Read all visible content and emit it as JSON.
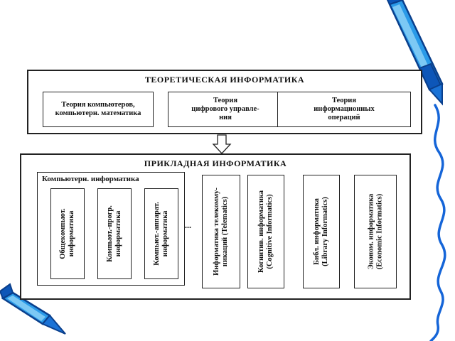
{
  "theoretical": {
    "title": "ТЕОРЕТИЧЕСКАЯ ИНФОРМАТИКА",
    "boxes": [
      {
        "lines": [
          "Теория компьютеров,",
          "компьютерн. математика"
        ]
      },
      {
        "lines": [
          "Теория",
          "цифрового управле-",
          "ния"
        ]
      },
      {
        "lines": [
          "Теория",
          "информационных",
          "операций"
        ]
      }
    ]
  },
  "applied": {
    "title": "ПРИКЛАДНАЯ ИНФОРМАТИКА",
    "computer_group": {
      "title": "Компьютерн. информатика",
      "items": [
        {
          "lines": [
            "Общекомпьют.",
            "информатика"
          ]
        },
        {
          "lines": [
            "Компьют.-прогр.",
            "информатика"
          ]
        },
        {
          "lines": [
            "Компьют.-аппарат.",
            "информатика"
          ]
        }
      ]
    },
    "ellipsis": "...",
    "items": [
      {
        "lines": [
          "Информатика телекомму-",
          "никаций (Telematics)"
        ]
      },
      {
        "lines": [
          "Когнитив. информатика",
          "(Cognitive Informatics)"
        ]
      },
      {
        "lines": [
          "Библ. информатика",
          "(Library Informatics)"
        ]
      },
      {
        "lines": [
          "Эконом. информатика",
          "(Economic Informatics)"
        ]
      }
    ]
  },
  "decor": {
    "pencil_icon": "pencil-icon",
    "pencil_color": "#1e90e6",
    "pencil_dark": "#0a3f8c",
    "squiggle_color": "#1565d8"
  }
}
